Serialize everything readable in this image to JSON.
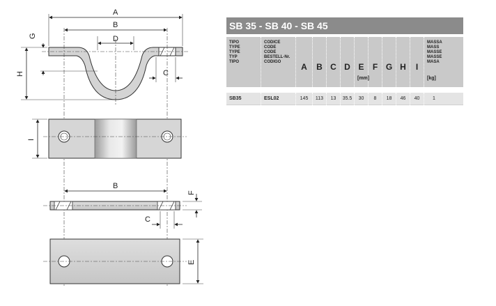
{
  "drawing": {
    "top_view": {
      "dim_A": "A",
      "dim_B": "B",
      "dim_D": "D",
      "dim_G": "G",
      "dim_H": "H",
      "dim_C": "C"
    },
    "plan_view": {
      "dim_I": "I"
    },
    "plate_section": {
      "dim_B": "B",
      "dim_F": "F",
      "dim_C": "C"
    },
    "plate_plan": {
      "dim_E": "E"
    }
  },
  "table": {
    "title": "SB 35 - SB 40 - SB 45",
    "col_type": [
      "TIPO",
      "TYPE",
      "TYPE",
      "TYP",
      "TIPO"
    ],
    "col_code": [
      "CODICE",
      "CODE",
      "CODE",
      "BESTELL-Nr.",
      "CODIGO"
    ],
    "col_mass": [
      "MASSA",
      "MASS",
      "MASSE",
      "MASSE",
      "MASA"
    ],
    "mass_unit": "[kg]",
    "dim_unit": "[mm]",
    "dim_letters": [
      "A",
      "B",
      "C",
      "D",
      "E",
      "F",
      "G",
      "H",
      "I"
    ],
    "rows": [
      {
        "type": "SB35",
        "code": "ESL02",
        "values": [
          "145",
          "113",
          "13",
          "35.5",
          "30",
          "8",
          "18",
          "46",
          "40"
        ],
        "mass": "1"
      }
    ]
  }
}
